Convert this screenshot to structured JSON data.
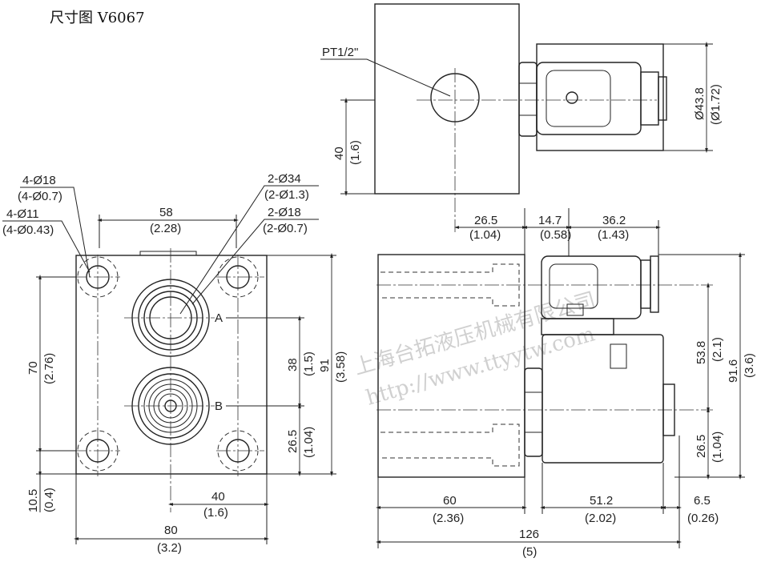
{
  "title": "尺寸图 V6067",
  "watermark": {
    "company": "上海台拓液压机械有限公司",
    "url": "http://www.ttyytw.com"
  },
  "side_view": {
    "callouts": {
      "hole_outer": "4-Ø18",
      "hole_outer_in": "(4-Ø0.7)",
      "hole_inner": "4-Ø11",
      "hole_inner_in": "(4-Ø0.43)",
      "port_outer": "2-Ø34",
      "port_outer_in": "(2-Ø1.3)",
      "port_inner": "2-Ø18",
      "port_inner_in": "(2-Ø0.7)"
    },
    "port_a": "A",
    "port_b": "B",
    "dims": {
      "d58": "58",
      "d58_in": "(2.28)",
      "d70": "70",
      "d70_in": "(2.76)",
      "d38": "38",
      "d38_in": "(1.5)",
      "d91": "91",
      "d91_in": "(3.58)",
      "d26_5": "26.5",
      "d26_5_in": "(1.04)",
      "d10_5": "10.5",
      "d10_5_in": "(0.4)",
      "d40": "40",
      "d40_in": "(1.6)",
      "d80": "80",
      "d80_in": "(3.2)"
    }
  },
  "top_view": {
    "thread": "PT1/2\"",
    "dims": {
      "d40": "40",
      "d40_in": "(1.6)",
      "d43_8": "Ø43.8",
      "d43_8_in": "(Ø1.72)"
    }
  },
  "front_view": {
    "dims": {
      "d26_5": "26.5",
      "d26_5_in": "(1.04)",
      "d14_7": "14.7",
      "d14_7_in": "(0.58)",
      "d36_2": "36.2",
      "d36_2_in": "(1.43)",
      "d53_8": "53.8",
      "d53_8_in": "(2.1)",
      "d91_6": "91.6",
      "d91_6_in": "(3.6)",
      "d26_5b": "26.5",
      "d26_5b_in": "(1.04)",
      "d60": "60",
      "d60_in": "(2.36)",
      "d51_2": "51.2",
      "d51_2_in": "(2.02)",
      "d6_5": "6.5",
      "d6_5_in": "(0.26)",
      "d126": "126",
      "d126_in": "(5)"
    }
  }
}
